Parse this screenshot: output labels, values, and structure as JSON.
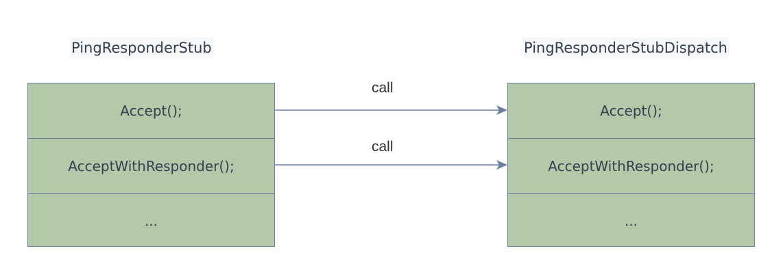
{
  "left_class": {
    "title": "PingResponderStub",
    "methods": [
      "Accept();",
      "AcceptWithResponder();",
      "..."
    ]
  },
  "right_class": {
    "title": "PingResponderStubDispatch",
    "methods": [
      "Accept();",
      "AcceptWithResponder();",
      "..."
    ]
  },
  "edges": [
    {
      "from": "Accept();",
      "to": "Accept();",
      "label": "call"
    },
    {
      "from": "AcceptWithResponder();",
      "to": "AcceptWithResponder();",
      "label": "call"
    }
  ],
  "colors": {
    "box_fill": "#b3c9a9",
    "box_border": "#6c7fa0",
    "arrow": "#6c7fa0"
  }
}
